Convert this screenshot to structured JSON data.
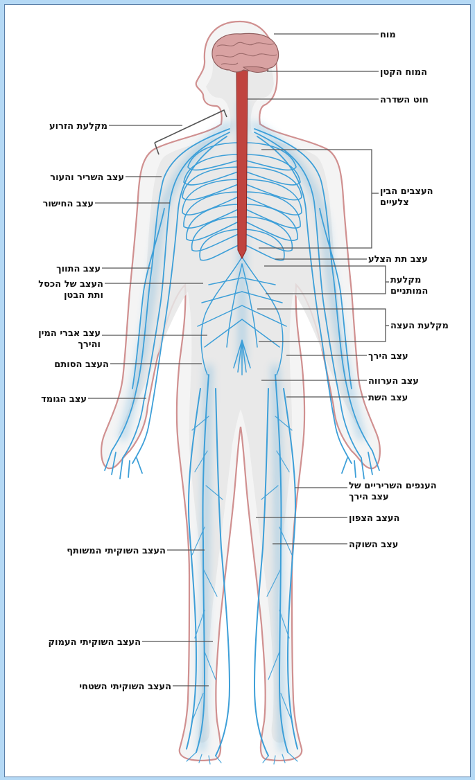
{
  "labels": {
    "brain": "מוח",
    "cerebellum": "המוח הקטן",
    "spinal_cord": "חוט השדרה",
    "brachial_plexus": "מקלעת הזרוע",
    "musculocutaneous": "עצב השריר והעור",
    "radial": "עצב החישור",
    "intercostal": "העצבים הבין\nצלעיים",
    "subcostal": "עצב תת הצלע",
    "lumbar_plexus": "מקלעת\nהמותניים",
    "median": "עצב התווך",
    "iliohypogastric": "העצב של הכסל\nותת הבטן",
    "sacral_plexus": "מקלעת העצה",
    "genitofemoral": "עצב אברי המין\nוהירך",
    "femoral": "עצב הירך",
    "obturator": "העצב הסותם",
    "pudendal": "עצב הערווה",
    "ulnar": "עצב הגומד",
    "sciatic": "עצב השת",
    "muscular_branches_femoral": "הענפים השריריים של\nעצב הירך",
    "saphenous": "העצב הצפון",
    "tibial": "עצב השוקה",
    "common_fibular": "העצב השוקיתי המשותף",
    "deep_fibular": "העצב השוקיתי העמוק",
    "superficial_fibular": "העצב השוקיתי השטחי"
  },
  "colors": {
    "nerve": "#3d9fd8",
    "spinal_cord": "#c0443f",
    "brain": "#d9a2a2",
    "body_outline": "#d09090",
    "leader_line": "#555555",
    "frame_background": "#b5d9f5"
  }
}
